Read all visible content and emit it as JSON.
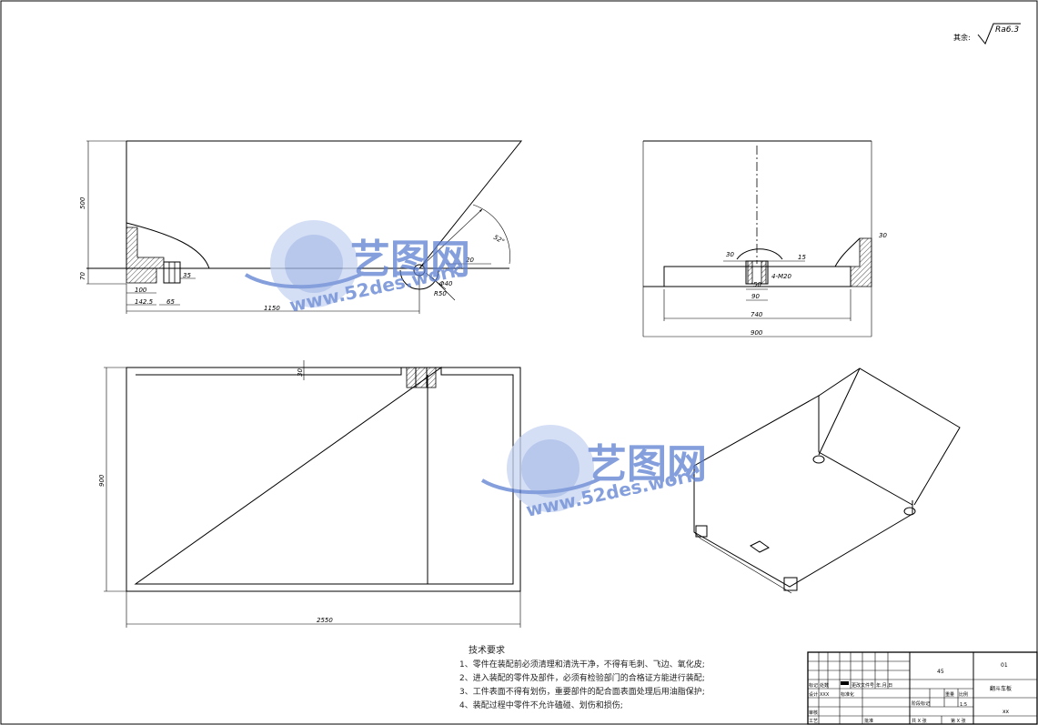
{
  "roughness": {
    "prefix": "其余:",
    "value": "Ra6.3"
  },
  "front_view_dims": {
    "height": "500",
    "base": "70",
    "d1": "35",
    "d2": "100",
    "d3": "142.5",
    "d4": "65",
    "total": "1150",
    "angle": "52°",
    "d5": "20",
    "dia": "Φ40",
    "radius": "R50"
  },
  "side_view_dims": {
    "d30a": "30",
    "d15": "15",
    "d30b": "30",
    "d50": "50",
    "thread": "4-M20",
    "d90": "90",
    "d740": "740",
    "d900": "900"
  },
  "top_view_dims": {
    "d30": "30",
    "height": "900",
    "width": "2550"
  },
  "watermark": {
    "title": "艺图网",
    "url": "www.52des.work"
  },
  "notes": {
    "title": "技术要求",
    "items": [
      "1、零件在装配前必须清理和清洗干净，不得有毛刺、飞边、氧化皮;",
      "2、进入装配的零件及部件，必须有检验部门的合格证方能进行装配;",
      "3、工件表面不得有划伤，重要部件的配合面表面处理后用油脂保护;",
      "4、装配过程中零件不允许磕碰、划伤和损伤;"
    ]
  },
  "title_block": {
    "material": "45",
    "drawing_no": "01",
    "part_name": "翻斗车板",
    "company": "xx",
    "scale_label": "比例",
    "scale": "1:5",
    "weight_label": "重量",
    "stage_label": "阶段标记",
    "sheet_total": "共 X 张",
    "sheet_no": "第 X 张",
    "row_mark": "标记",
    "row_count": "处数",
    "row_zone": "分区",
    "row_change": "更改文件号",
    "row_sign": "签名",
    "row_date": "年.月.日",
    "designer": "设计",
    "designer_name": "XXX",
    "standard": "标准化",
    "checker": "审核",
    "process": "工艺",
    "approve": "批准"
  }
}
